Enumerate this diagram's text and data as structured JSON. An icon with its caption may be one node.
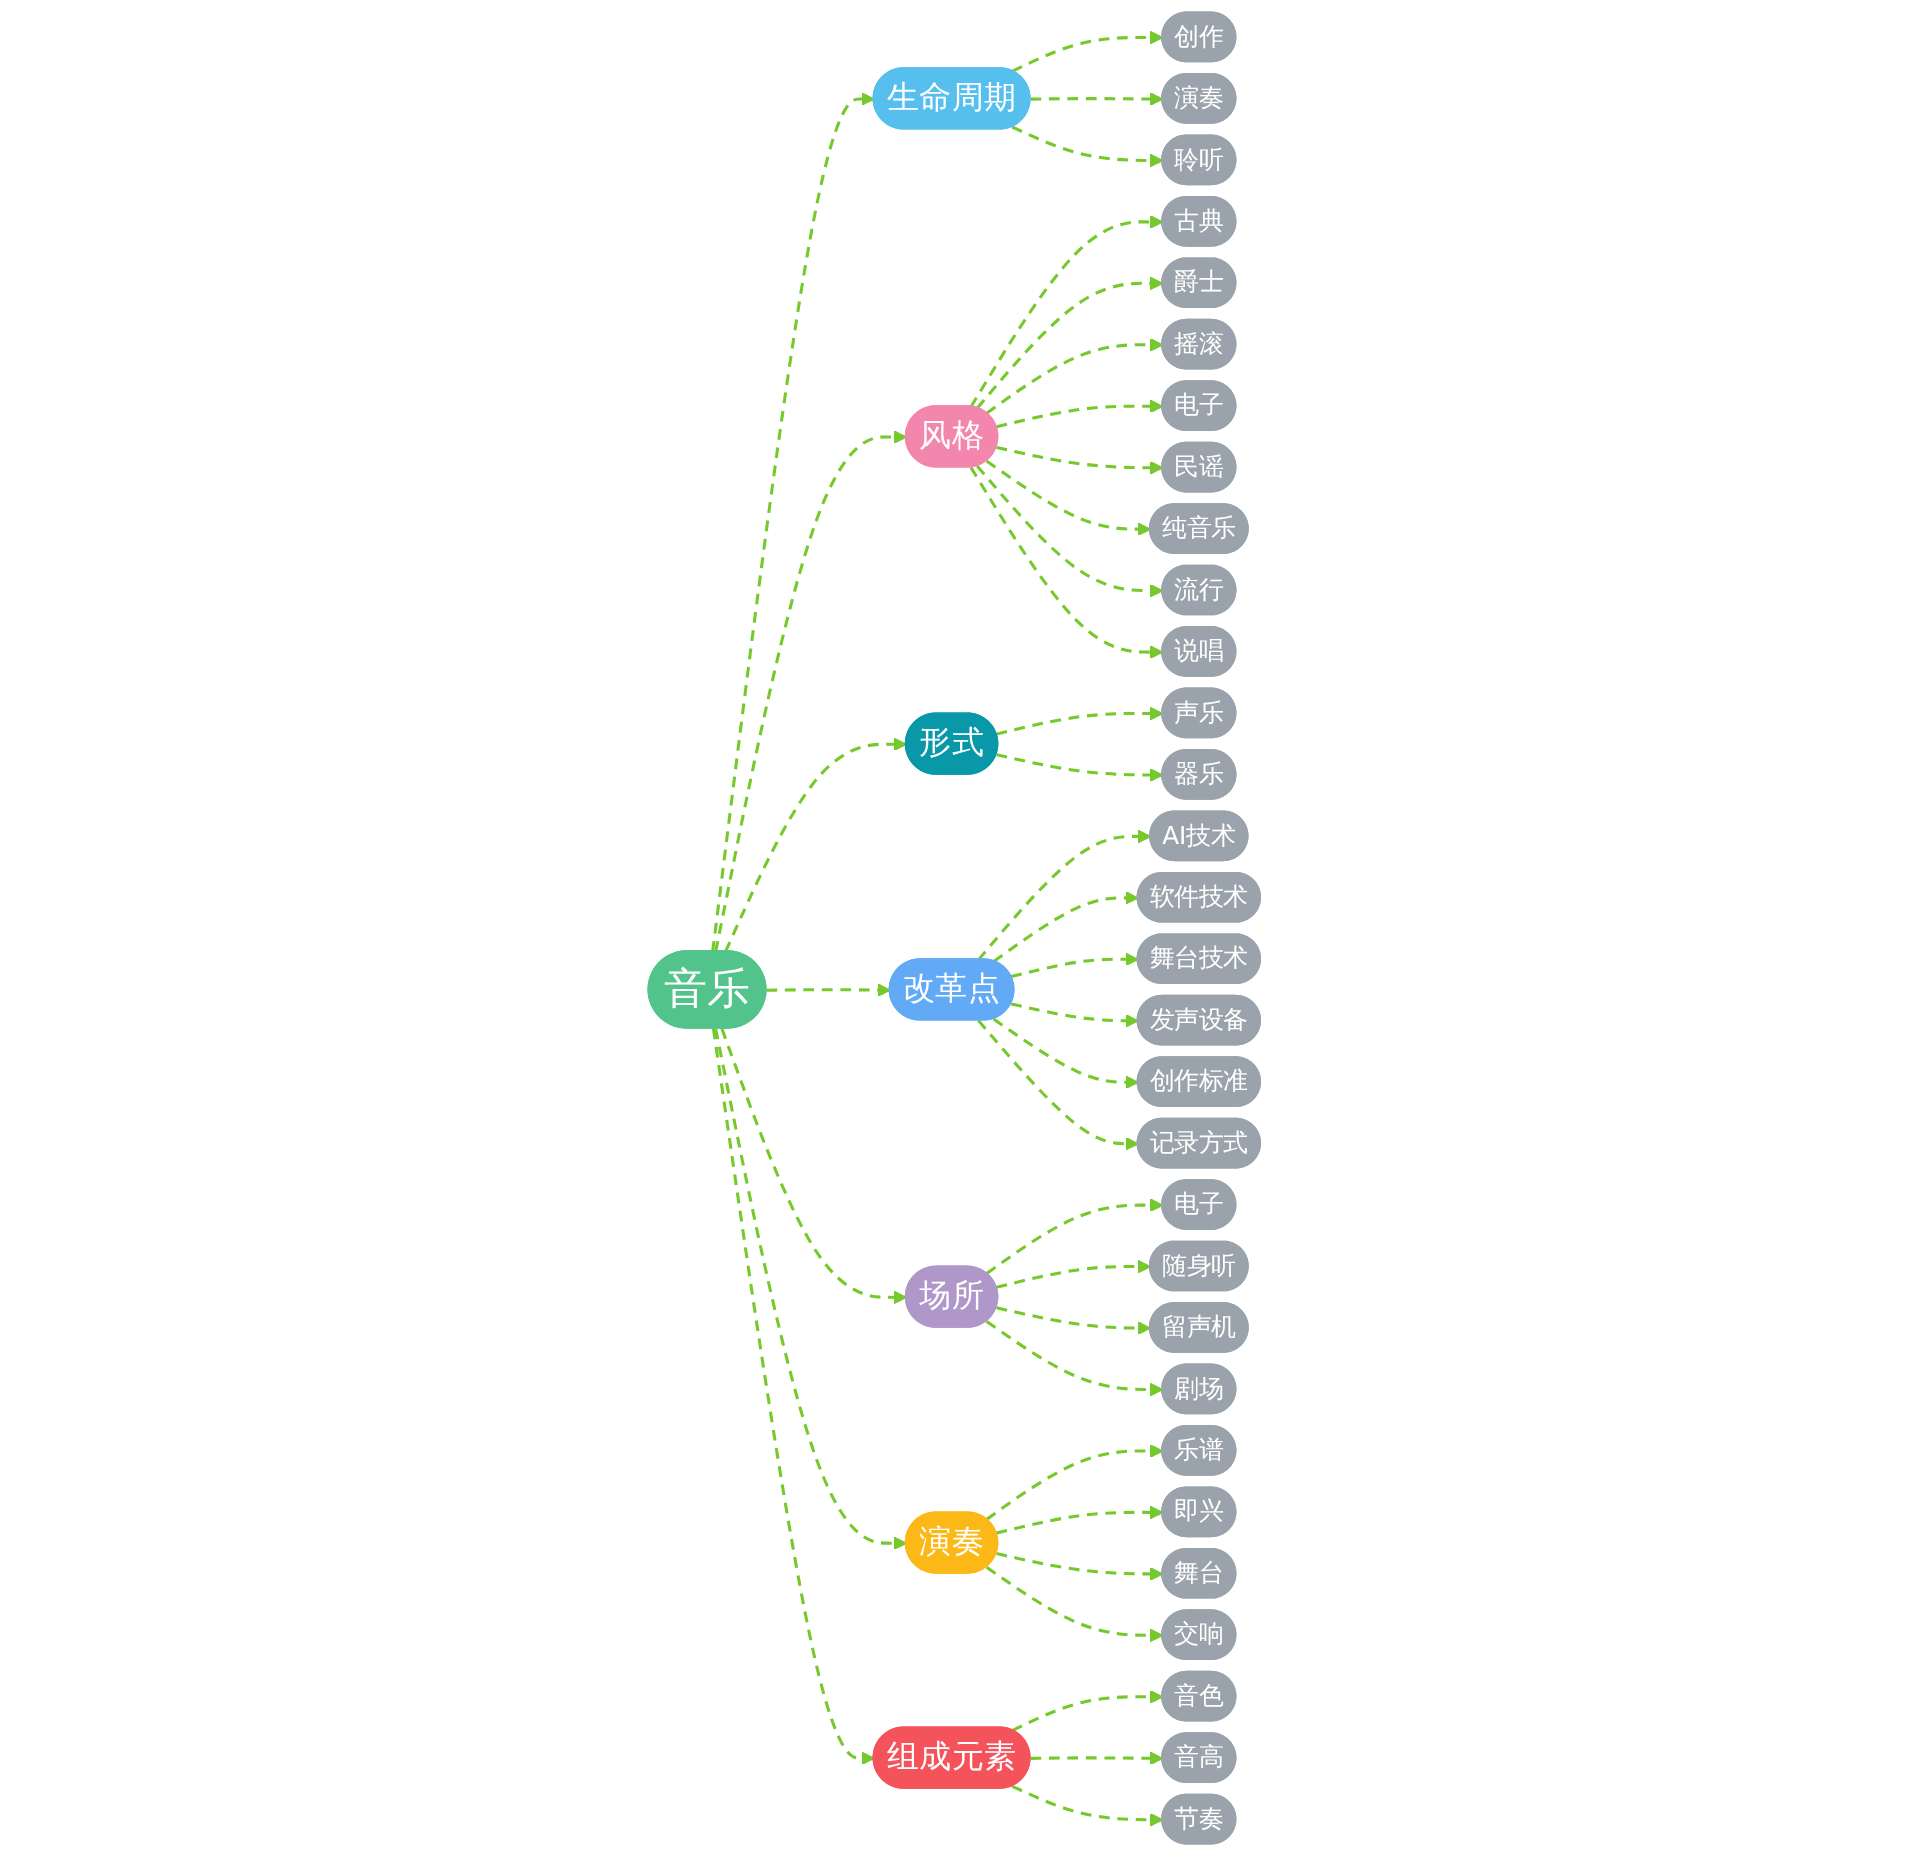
{
  "diagram": {
    "nodes": [
      {
        "text": [
          "音乐"
        ]
      },
      {
        "text": [
          "生命周期"
        ]
      },
      {
        "text": [
          "创作"
        ]
      },
      {
        "text": [
          "演奏"
        ]
      },
      {
        "text": [
          "聆听"
        ]
      },
      {
        "text": [
          "风格"
        ]
      },
      {
        "text": [
          "古典"
        ]
      },
      {
        "text": [
          "爵士"
        ]
      },
      {
        "text": [
          "摇滚"
        ]
      },
      {
        "text": [
          "电子"
        ]
      },
      {
        "text": [
          "民谣"
        ]
      },
      {
        "text": [
          "纯音乐"
        ]
      },
      {
        "text": [
          "流行"
        ]
      },
      {
        "text": [
          "说唱"
        ]
      },
      {
        "text": [
          "形式"
        ]
      },
      {
        "text": [
          "声乐"
        ]
      },
      {
        "text": [
          "器乐"
        ]
      },
      {
        "text": [
          "改革点"
        ]
      },
      {
        "text": [
          "AI技术"
        ]
      },
      {
        "text": [
          "软件技术"
        ]
      },
      {
        "text": [
          "舞台技术"
        ]
      },
      {
        "text": [
          "发声设备"
        ]
      },
      {
        "text": [
          "创作标准"
        ]
      },
      {
        "text": [
          "记录方式"
        ]
      },
      {
        "text": [
          "场所"
        ]
      },
      {
        "text": [
          "电子"
        ]
      },
      {
        "text": [
          "随身听"
        ]
      },
      {
        "text": [
          "留声机"
        ]
      },
      {
        "text": [
          "剧场"
        ]
      },
      {
        "text": [
          "演奏"
        ]
      },
      {
        "text": [
          "乐谱"
        ]
      },
      {
        "text": [
          "即兴"
        ]
      },
      {
        "text": [
          "舞台"
        ]
      },
      {
        "text": [
          "交响"
        ]
      },
      {
        "text": [
          "组成元素"
        ]
      },
      {
        "text": [
          "音色"
        ]
      },
      {
        "text": [
          "音高"
        ]
      },
      {
        "text": [
          "节奏"
        ]
      }
    ],
    "edges": [
      {
        "from": 0,
        "to": 1,
        "arrow": "to",
        "style": "dashed"
      },
      {
        "from": 1,
        "to": 2,
        "arrow": "to",
        "style": "dashed"
      },
      {
        "from": 1,
        "to": 3,
        "arrow": "to",
        "style": "dashed"
      },
      {
        "from": 1,
        "to": 4,
        "arrow": "to",
        "style": "dashed"
      },
      {
        "from": 0,
        "to": 5,
        "arrow": "to",
        "style": "dashed"
      },
      {
        "from": 5,
        "to": 6,
        "arrow": "to",
        "style": "dashed"
      },
      {
        "from": 5,
        "to": 7,
        "arrow": "to",
        "style": "dashed"
      },
      {
        "from": 5,
        "to": 8,
        "arrow": "to",
        "style": "dashed"
      },
      {
        "from": 5,
        "to": 9,
        "arrow": "to",
        "style": "dashed"
      },
      {
        "from": 5,
        "to": 10,
        "arrow": "to",
        "style": "dashed"
      },
      {
        "from": 5,
        "to": 11,
        "arrow": "to",
        "style": "dashed"
      },
      {
        "from": 5,
        "to": 12,
        "arrow": "to",
        "style": "dashed"
      },
      {
        "from": 5,
        "to": 13,
        "arrow": "to",
        "style": "dashed"
      },
      {
        "from": 0,
        "to": 14,
        "arrow": "to",
        "style": "dashed"
      },
      {
        "from": 14,
        "to": 15,
        "arrow": "to",
        "style": "dashed"
      },
      {
        "from": 14,
        "to": 16,
        "arrow": "to",
        "style": "dashed"
      },
      {
        "from": 0,
        "to": 17,
        "arrow": "to",
        "style": "dashed"
      },
      {
        "from": 17,
        "to": 18,
        "arrow": "to",
        "style": "dashed"
      },
      {
        "from": 17,
        "to": 19,
        "arrow": "to",
        "style": "dashed"
      },
      {
        "from": 17,
        "to": 20,
        "arrow": "to",
        "style": "dashed"
      },
      {
        "from": 17,
        "to": 21,
        "arrow": "to",
        "style": "dashed"
      },
      {
        "from": 17,
        "to": 22,
        "arrow": "to",
        "style": "dashed"
      },
      {
        "from": 17,
        "to": 23,
        "arrow": "to",
        "style": "dashed"
      },
      {
        "from": 0,
        "to": 24,
        "arrow": "to",
        "style": "dashed"
      },
      {
        "from": 24,
        "to": 25,
        "arrow": "to",
        "style": "dashed"
      },
      {
        "from": 24,
        "to": 26,
        "arrow": "to",
        "style": "dashed"
      },
      {
        "from": 24,
        "to": 27,
        "arrow": "to",
        "style": "dashed"
      },
      {
        "from": 24,
        "to": 28,
        "arrow": "to",
        "style": "dashed"
      },
      {
        "from": 0,
        "to": 29,
        "arrow": "to",
        "style": "dashed"
      },
      {
        "from": 29,
        "to": 30,
        "arrow": "to",
        "style": "dashed"
      },
      {
        "from": 29,
        "to": 31,
        "arrow": "to",
        "style": "dashed"
      },
      {
        "from": 29,
        "to": 32,
        "arrow": "to",
        "style": "dashed"
      },
      {
        "from": 29,
        "to": 33,
        "arrow": "to",
        "style": "dashed"
      },
      {
        "from": 0,
        "to": 34,
        "arrow": "to",
        "style": "dashed"
      },
      {
        "from": 34,
        "to": 35,
        "arrow": "to",
        "style": "dashed"
      },
      {
        "from": 34,
        "to": 36,
        "arrow": "to",
        "style": "dashed"
      },
      {
        "from": 34,
        "to": 37,
        "arrow": "to",
        "style": "dashed"
      }
    ]
  }
}
